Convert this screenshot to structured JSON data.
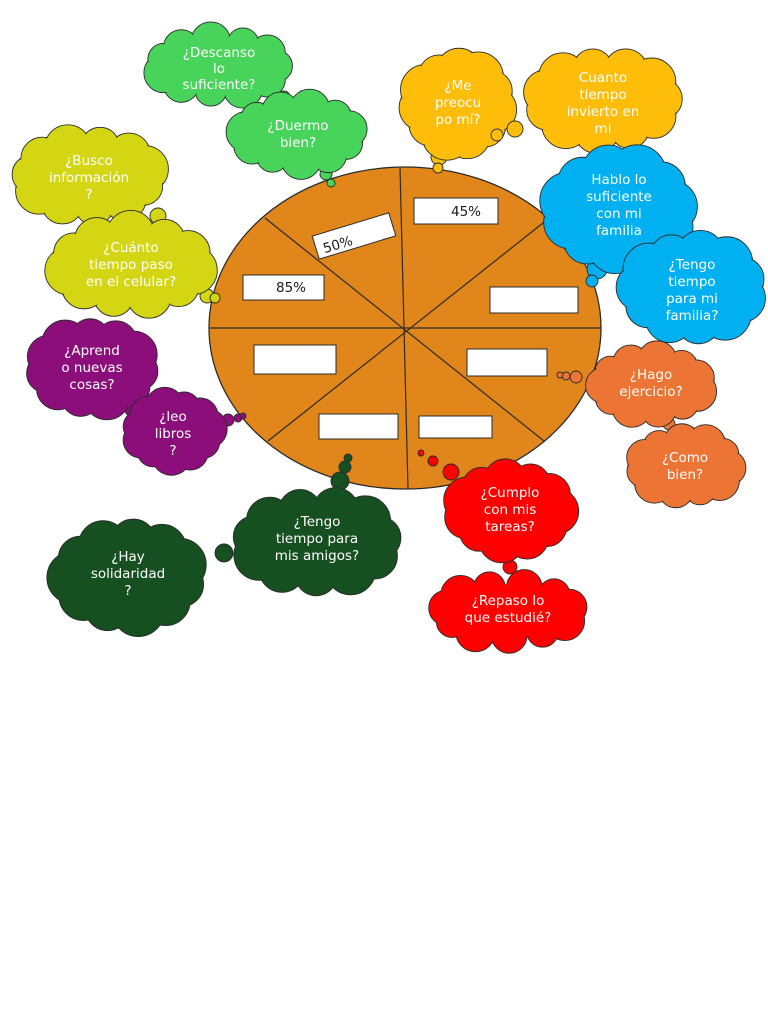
{
  "colors": {
    "pie": "#e0861a",
    "outline": "#2b2b2b",
    "green": "#48d45a",
    "orange_yellow": "#fdbd08",
    "lime": "#d4d613",
    "purple": "#8b0e7b",
    "blue": "#00b0f0",
    "dark_green": "#164f20",
    "red": "#fe0000",
    "orange": "#ec7535"
  },
  "pie_boxes": {
    "box1": "50%",
    "box2": "45%",
    "box3": "85%",
    "box4": "",
    "box5": "",
    "box6": "",
    "box7": "",
    "box8": ""
  },
  "clouds": {
    "descanso": [
      "¿Descanso",
      "lo",
      "suficiente?"
    ],
    "duermo": [
      "¿Duermo",
      "bien?"
    ],
    "preocupo": [
      "¿Me",
      "preocu",
      "po mí?"
    ],
    "tiempo_invierto": [
      "Cuanto",
      "tiempo",
      "invierto en",
      "mi"
    ],
    "busco": [
      "¿Busco",
      "información",
      "?"
    ],
    "celular": [
      "¿Cuánto",
      "tiempo paso",
      "en el celular?"
    ],
    "hablo": [
      "Hablo lo",
      "suficiente",
      "con mi",
      "familia"
    ],
    "tengo_familia": [
      "¿Tengo",
      "tiempo",
      "para mi",
      "familia?"
    ],
    "aprendo": [
      "¿Aprend",
      "o nuevas",
      "cosas?"
    ],
    "leo": [
      "¿leo",
      "libros",
      "?"
    ],
    "ejercicio": [
      "¿Hago",
      "ejercicio?"
    ],
    "como": [
      "¿Como",
      "bien?"
    ],
    "amigos": [
      "¿Tengo",
      "tiempo para",
      "mis amigos?"
    ],
    "solidaridad": [
      "¿Hay",
      "solidaridad",
      "?"
    ],
    "tareas": [
      "¿Cumplo",
      "con mis",
      "tareas?"
    ],
    "repaso": [
      "¿Repaso lo",
      "que estudié?"
    ]
  }
}
